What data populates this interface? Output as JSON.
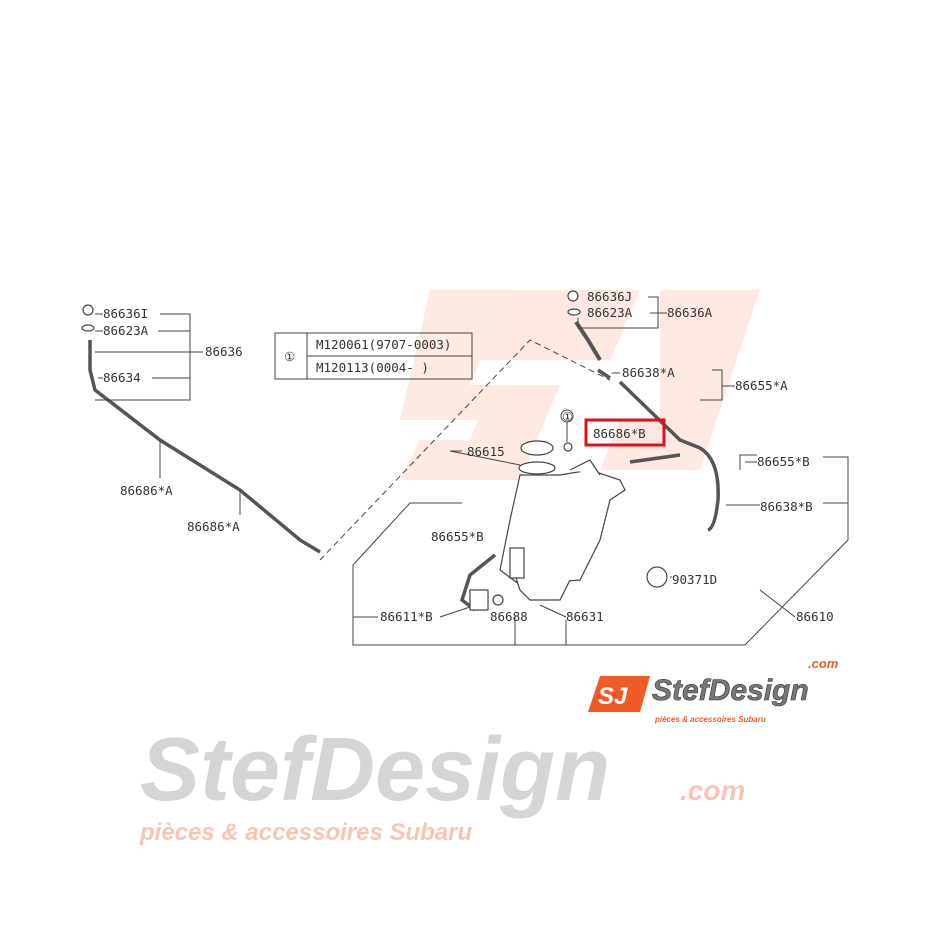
{
  "diagram": {
    "labels": {
      "l86636I": "86636I",
      "l86623A_left": "86623A",
      "l86636": "86636",
      "l86634": "86634",
      "l86686A_1": "86686*A",
      "l86686A_2": "86686*A",
      "l86636J": "86636J",
      "l86623A_right": "86623A",
      "l86636A": "86636A",
      "l86638A": "86638*A",
      "l86655A": "86655*A",
      "l86686B": "86686*B",
      "l86615": "86615",
      "l86655B_right": "86655*B",
      "l86638B": "86638*B",
      "l86655B_left": "86655*B",
      "l90371D": "90371D",
      "l86611B": "86611*B",
      "l86688": "86688",
      "l86631": "86631",
      "l86610": "86610"
    },
    "callout_marker": "①",
    "table": {
      "marker": "①",
      "rows": [
        "M120061(9707-0003)",
        "M120113(0004-        )"
      ]
    },
    "highlight_color": "#e0101a"
  },
  "watermark": {
    "brand": "StefDesign",
    "domain": ".com",
    "tagline": "pièces & accessoires Subaru",
    "accent_color": "#f05a28"
  },
  "logo": {
    "mark": "SJ",
    "brand": "StefDesign",
    "domain": ".com",
    "tagline": "pièces & accessoires Subaru"
  }
}
